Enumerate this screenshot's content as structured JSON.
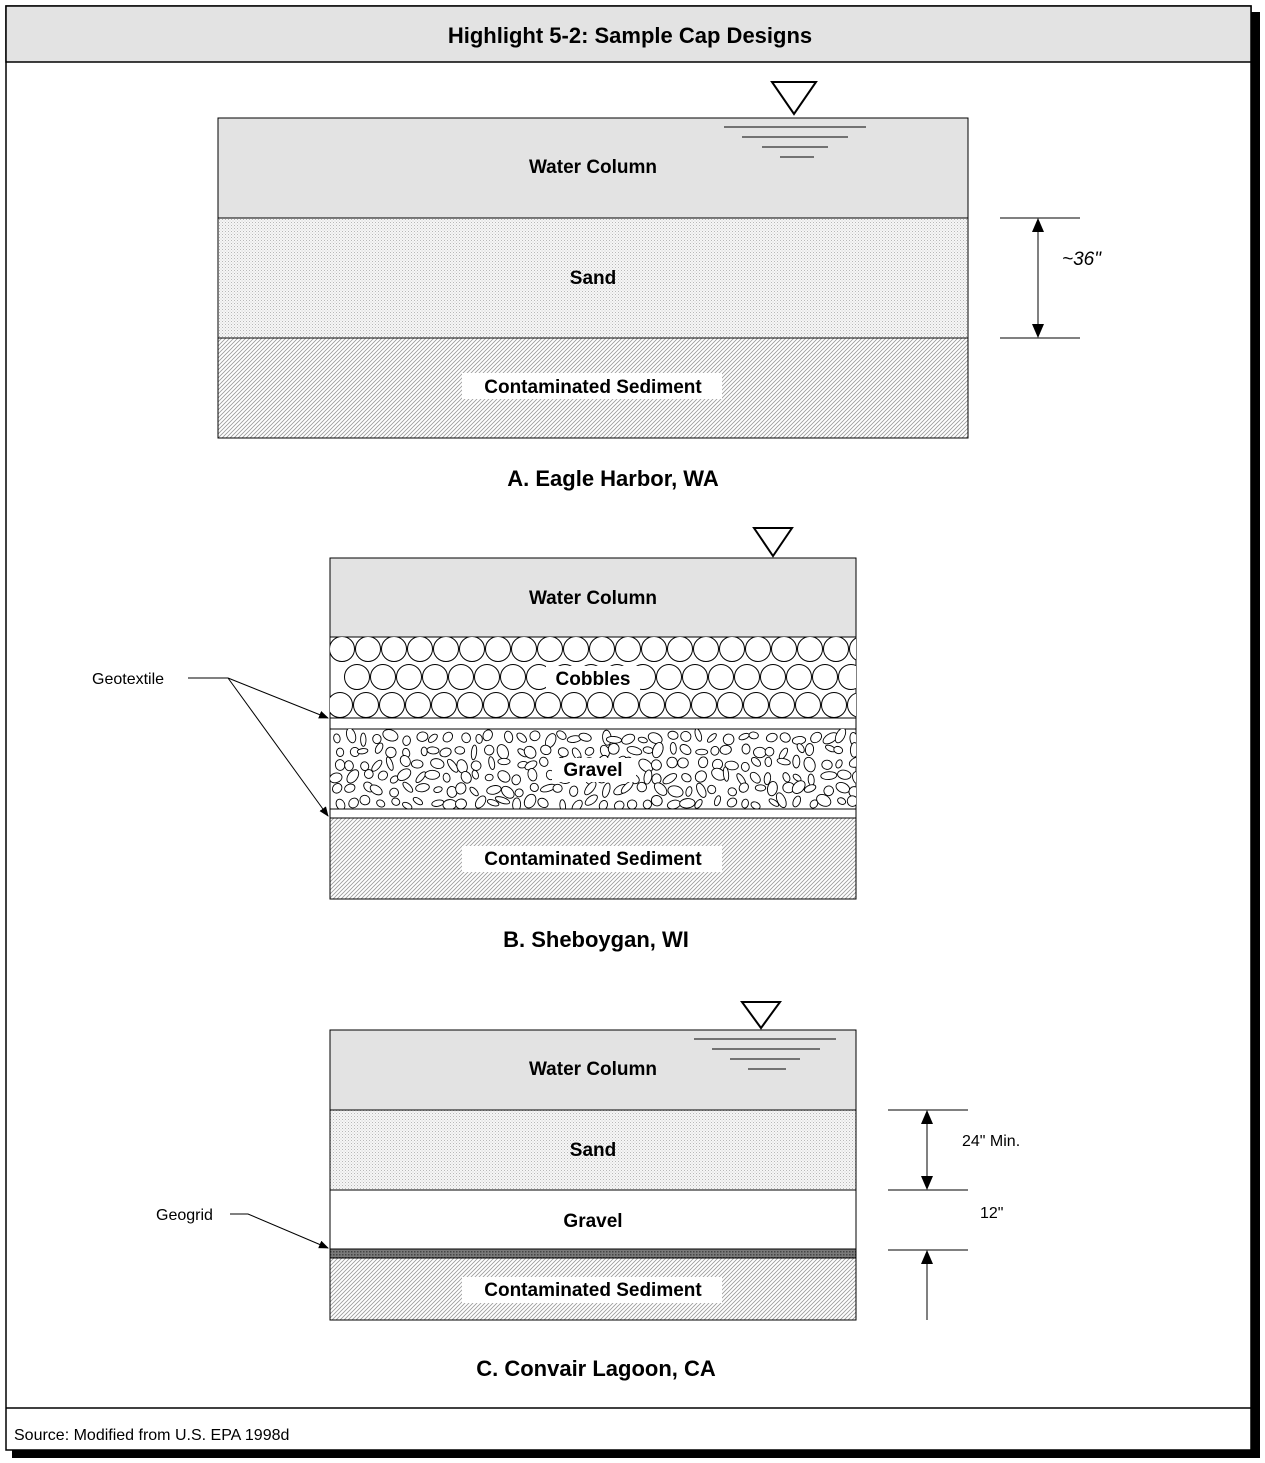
{
  "title": "Highlight 5-2: Sample Cap Designs",
  "source": "Source: Modified from U.S. EPA 1998d",
  "panel_a": {
    "caption": "A.  Eagle Harbor, WA",
    "layers": [
      "Water Column",
      "Sand",
      "Contaminated Sediment"
    ],
    "dimension": "~36\""
  },
  "panel_b": {
    "caption": "B. Sheboygan, WI",
    "layers": [
      "Water Column",
      "Cobbles",
      "Gravel",
      "Contaminated Sediment"
    ],
    "callout": "Geotextile"
  },
  "panel_c": {
    "caption": "C.  Convair Lagoon, CA",
    "layers": [
      "Water Column",
      "Sand",
      "Gravel",
      "Contaminated Sediment"
    ],
    "callout": "Geogrid",
    "dimensions": [
      "24\" Min.",
      "12\""
    ]
  }
}
